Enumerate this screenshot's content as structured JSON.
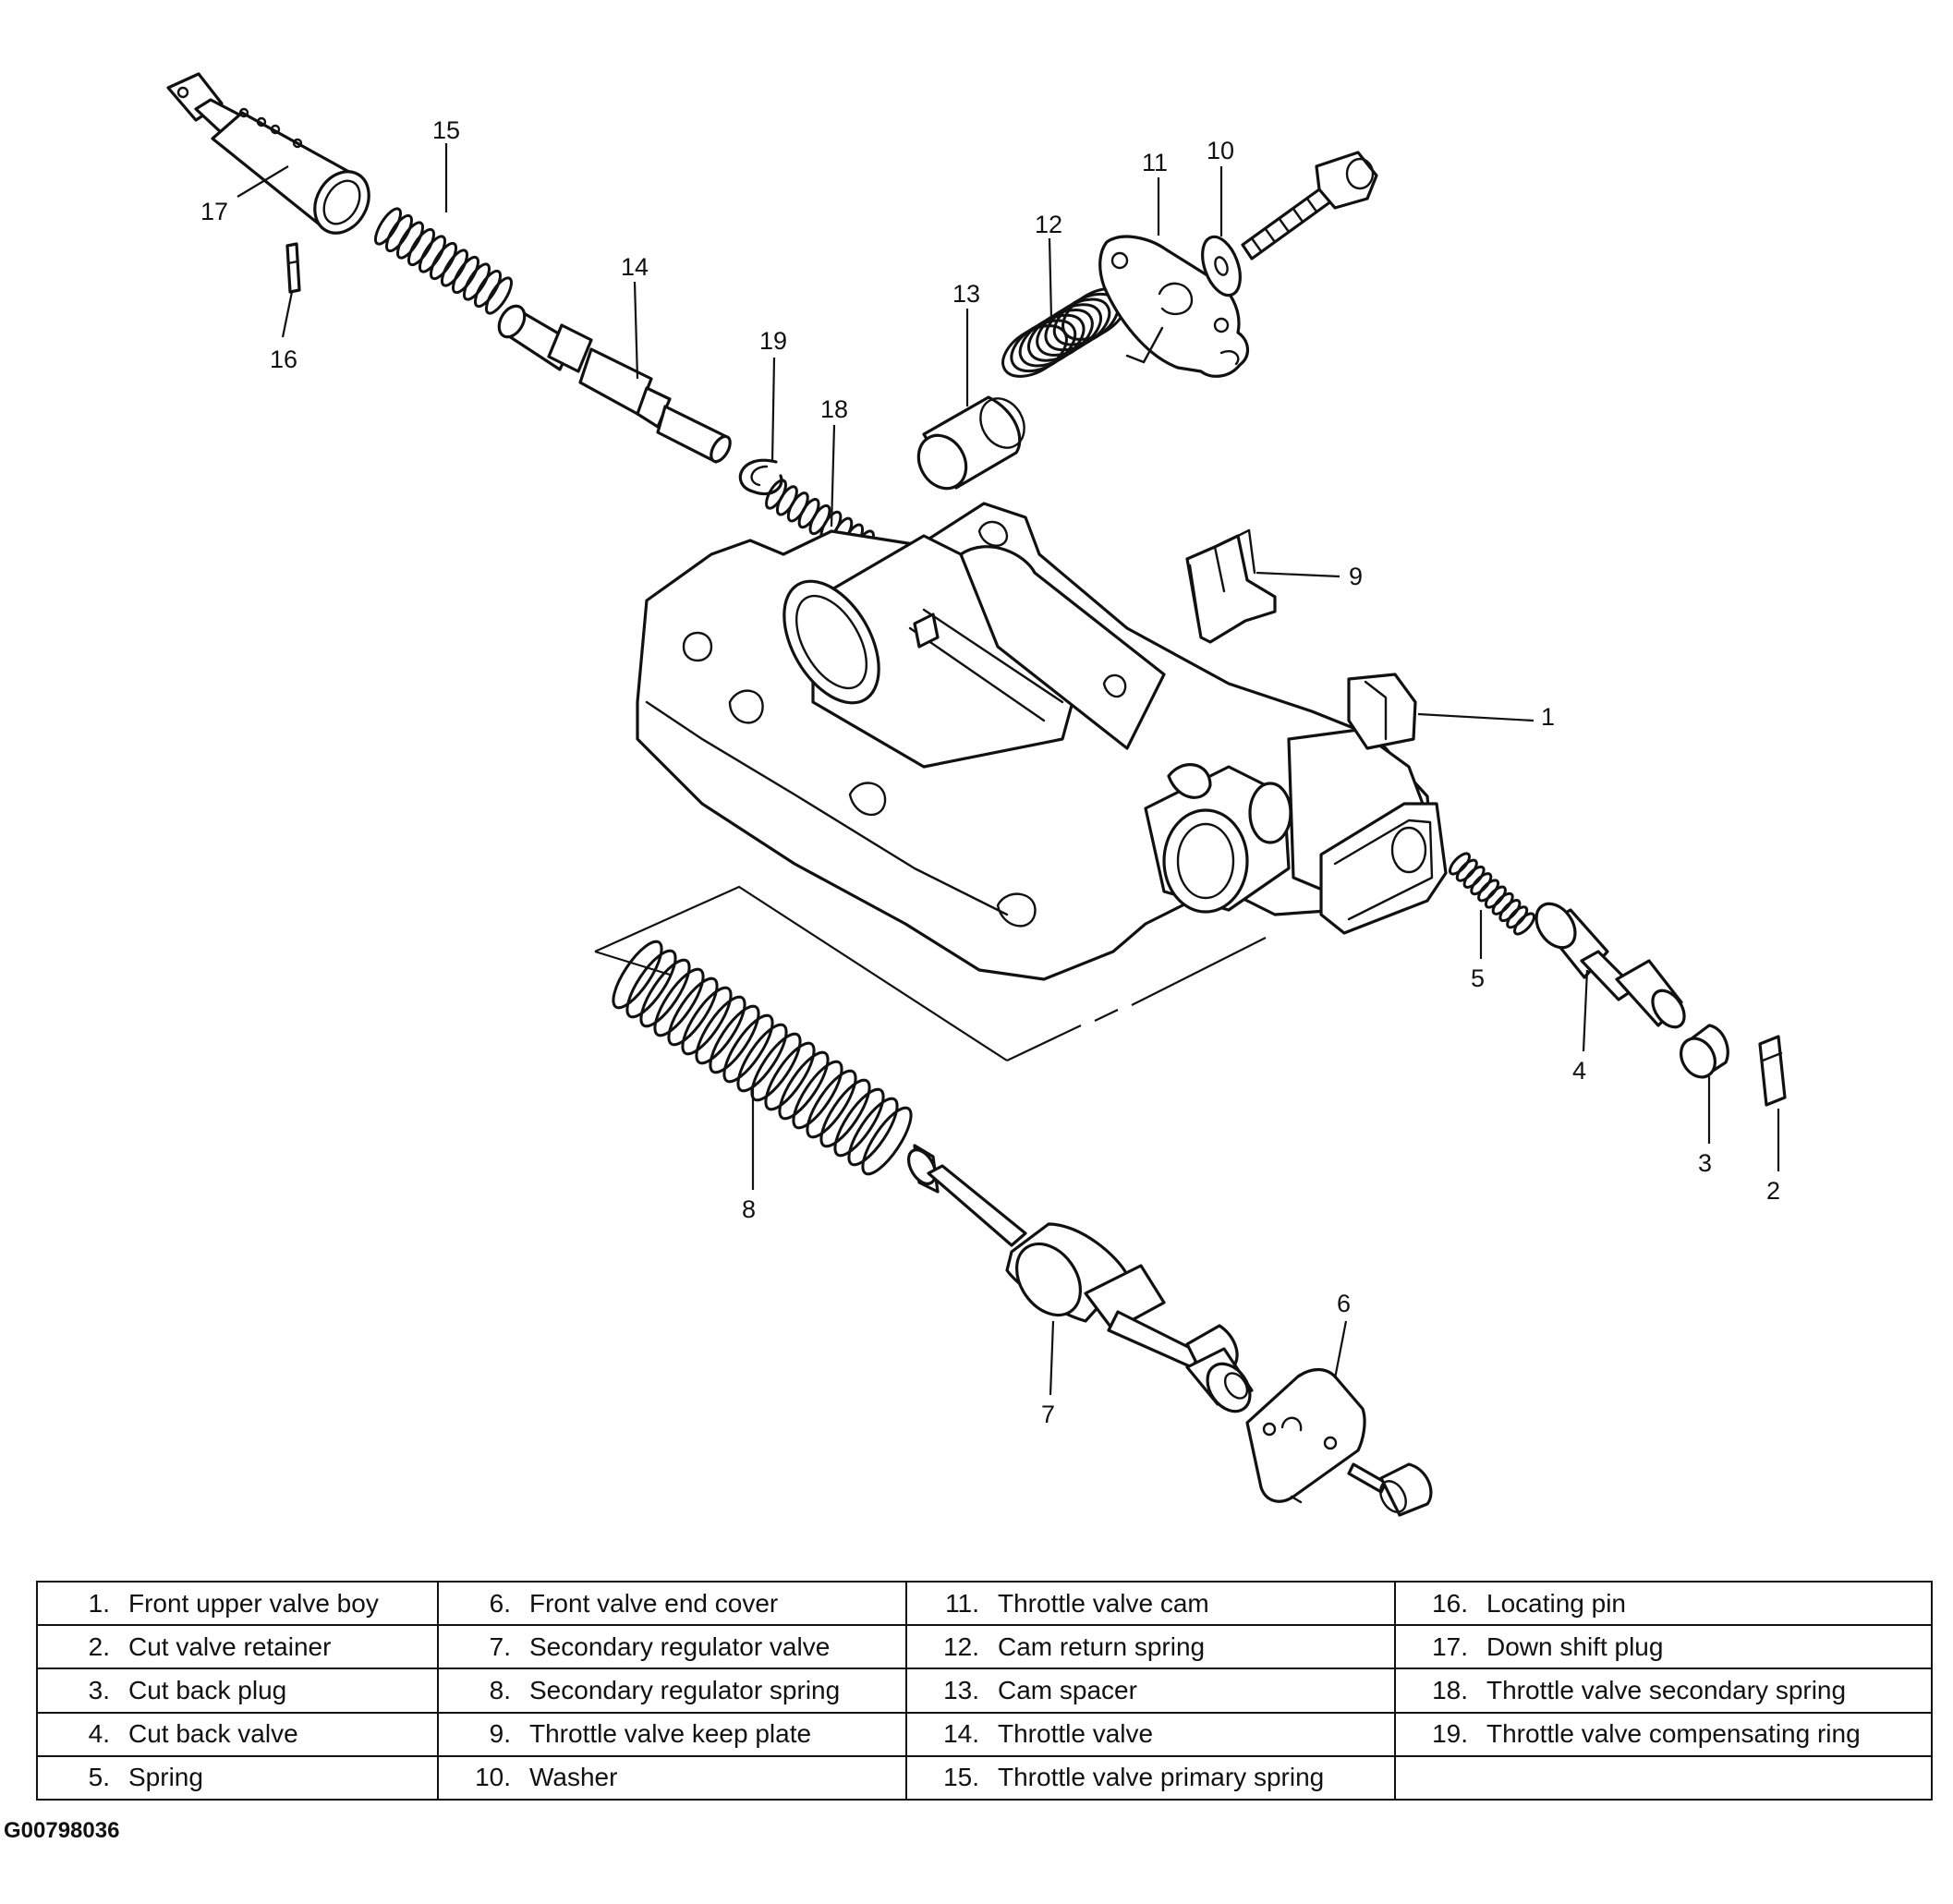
{
  "figure_id": "G00798036",
  "callouts": {
    "c1": "1",
    "c2": "2",
    "c3": "3",
    "c4": "4",
    "c5": "5",
    "c6": "6",
    "c7": "7",
    "c8": "8",
    "c9": "9",
    "c10": "10",
    "c11": "11",
    "c12": "12",
    "c13": "13",
    "c14": "14",
    "c15": "15",
    "c16": "16",
    "c17": "17",
    "c18": "18",
    "c19": "19"
  },
  "legend": {
    "columns": [
      [
        {
          "num": "1.",
          "label": "Front upper valve boy"
        },
        {
          "num": "2.",
          "label": "Cut valve retainer"
        },
        {
          "num": "3.",
          "label": "Cut back plug"
        },
        {
          "num": "4.",
          "label": "Cut back valve"
        },
        {
          "num": "5.",
          "label": "Spring"
        }
      ],
      [
        {
          "num": "6.",
          "label": "Front valve end cover"
        },
        {
          "num": "7.",
          "label": "Secondary regulator valve"
        },
        {
          "num": "8.",
          "label": "Secondary regulator spring"
        },
        {
          "num": "9.",
          "label": "Throttle valve keep plate"
        },
        {
          "num": "10.",
          "label": "Washer"
        }
      ],
      [
        {
          "num": "11.",
          "label": "Throttle valve cam"
        },
        {
          "num": "12.",
          "label": "Cam return spring"
        },
        {
          "num": "13.",
          "label": "Cam spacer"
        },
        {
          "num": "14.",
          "label": "Throttle valve"
        },
        {
          "num": "15.",
          "label": "Throttle valve primary spring"
        }
      ],
      [
        {
          "num": "16.",
          "label": "Locating pin"
        },
        {
          "num": "17.",
          "label": "Down shift plug"
        },
        {
          "num": "18.",
          "label": "Throttle valve secondary spring"
        },
        {
          "num": "19.",
          "label": "Throttle valve compensating ring"
        },
        {
          "num": "",
          "label": ""
        }
      ]
    ]
  }
}
